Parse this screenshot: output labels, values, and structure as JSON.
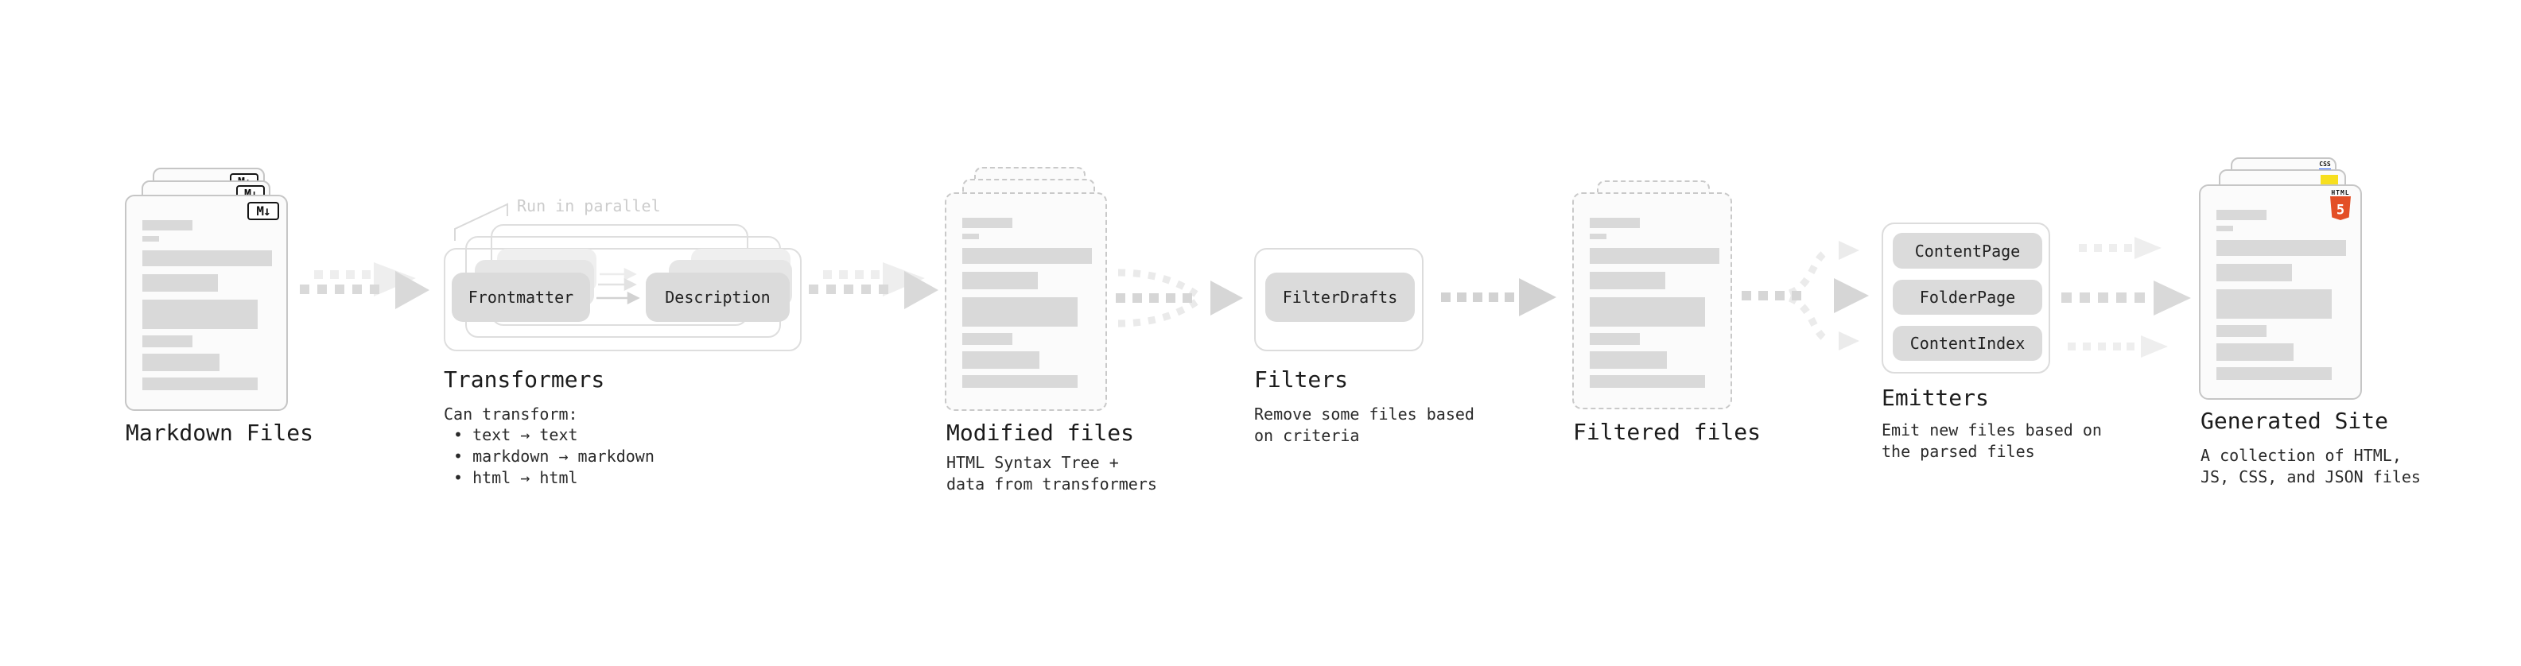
{
  "stages": {
    "markdown": {
      "caption": "Markdown Files"
    },
    "transformers": {
      "note": "Run in parallel",
      "pill_left": "Frontmatter",
      "pill_right": "Description",
      "heading": "Transformers",
      "desc_intro": "Can transform:",
      "bullets": [
        "• text → text",
        "• markdown → markdown",
        "• html → html"
      ]
    },
    "modified": {
      "caption": "Modified files",
      "desc_line1": "HTML Syntax Tree +",
      "desc_line2": "data from transformers"
    },
    "filters": {
      "heading": "Filters",
      "pill": "FilterDrafts",
      "desc_line1": "Remove some files based",
      "desc_line2": "on criteria"
    },
    "filtered": {
      "caption": "Filtered files"
    },
    "emitters": {
      "heading": "Emitters",
      "pills": [
        "ContentPage",
        "FolderPage",
        "ContentIndex"
      ],
      "desc_line1": "Emit new files based on",
      "desc_line2": "the parsed files"
    },
    "generated": {
      "caption": "Generated Site",
      "desc_line1": "A collection of HTML,",
      "desc_line2": "JS, CSS, and JSON files"
    }
  },
  "icons": {
    "markdown_badge": "M↓",
    "css_label": "CSS",
    "html5_label": "HTML",
    "html5_numeral": "5"
  },
  "colors": {
    "js_yellow": "#f7df1e",
    "css_blue": "#2962ff",
    "html5_orange": "#e34f26"
  }
}
